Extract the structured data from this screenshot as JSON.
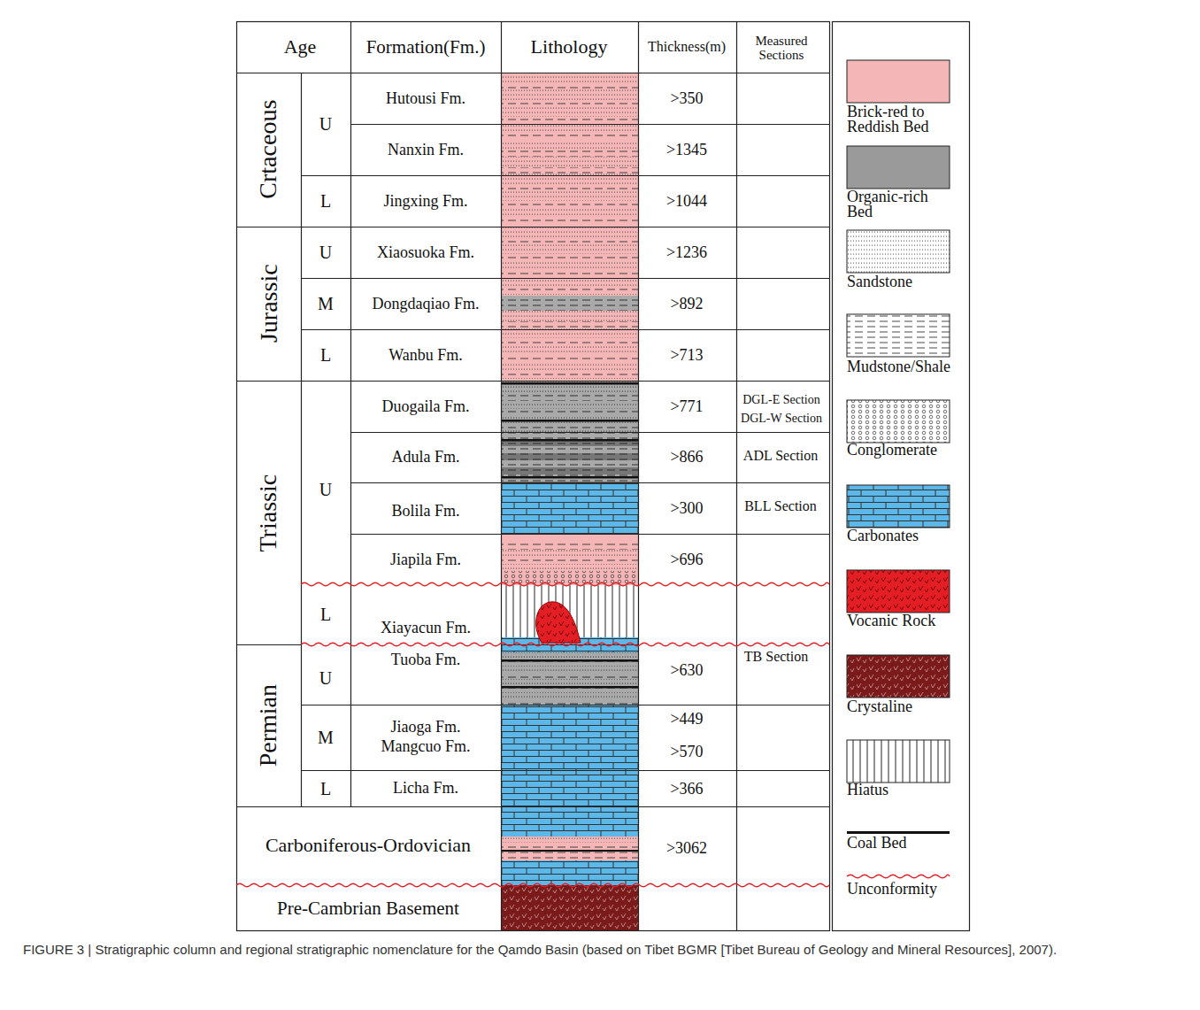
{
  "diagram": {
    "caption": "FIGURE 3 | Stratigraphic column and regional stratigraphic nomenclature for the Qamdo Basin (based on Tibet BGMR [Tibet Bureau of Geology and Mineral Resources], 2007).",
    "labels": [
      "Age",
      "Formation(Fm.)",
      "Lithology",
      "Thickness(m)",
      "Measured Sections",
      "Crtaceous",
      "U",
      "Hutousi Fm.",
      ">350",
      "Nanxin Fm.",
      ">1345",
      "L",
      "Jingxing Fm.",
      ">1044",
      "Jurassic",
      "U",
      "Xiaosuoka Fm.",
      ">1236",
      "M",
      "Dongdaqiao Fm.",
      ">892",
      "L",
      "Wanbu Fm.",
      ">713",
      "Triassic",
      "U",
      "Duogaila Fm.",
      ">771",
      "DGL-E Section",
      "DGL-W Section",
      "Adula Fm.",
      ">866",
      "ADL Section",
      "Bolila Fm.",
      ">300",
      "BLL Section",
      "Jiapila Fm.",
      ">696",
      "L",
      "Xiayacun Fm.",
      "Permian",
      "U",
      "Tuoba Fm.",
      ">630",
      "TB Section",
      "M",
      "Jiaoga Fm.",
      "Mangcuo Fm.",
      ">449",
      ">570",
      "L",
      "Licha Fm.",
      ">366",
      "Carboniferous-Ordovician",
      ">3062",
      "Pre-Cambrian Basement"
    ],
    "legend": [
      {
        "text": "Brick-red to Reddish Bed",
        "color": "#f4b6b6"
      },
      {
        "text": "Organic-rich Bed",
        "color": "#9a9a9a"
      },
      {
        "text": "Sandstone"
      },
      {
        "text": "Mudstone/Shale"
      },
      {
        "text": "Conglomerate"
      },
      {
        "text": "Carbonates"
      },
      {
        "text": "Vocanic Rock"
      },
      {
        "text": "Crystaline"
      },
      {
        "text": "Hiatus"
      },
      {
        "text": "Coal Bed"
      },
      {
        "text": "Unconformity"
      }
    ]
  }
}
